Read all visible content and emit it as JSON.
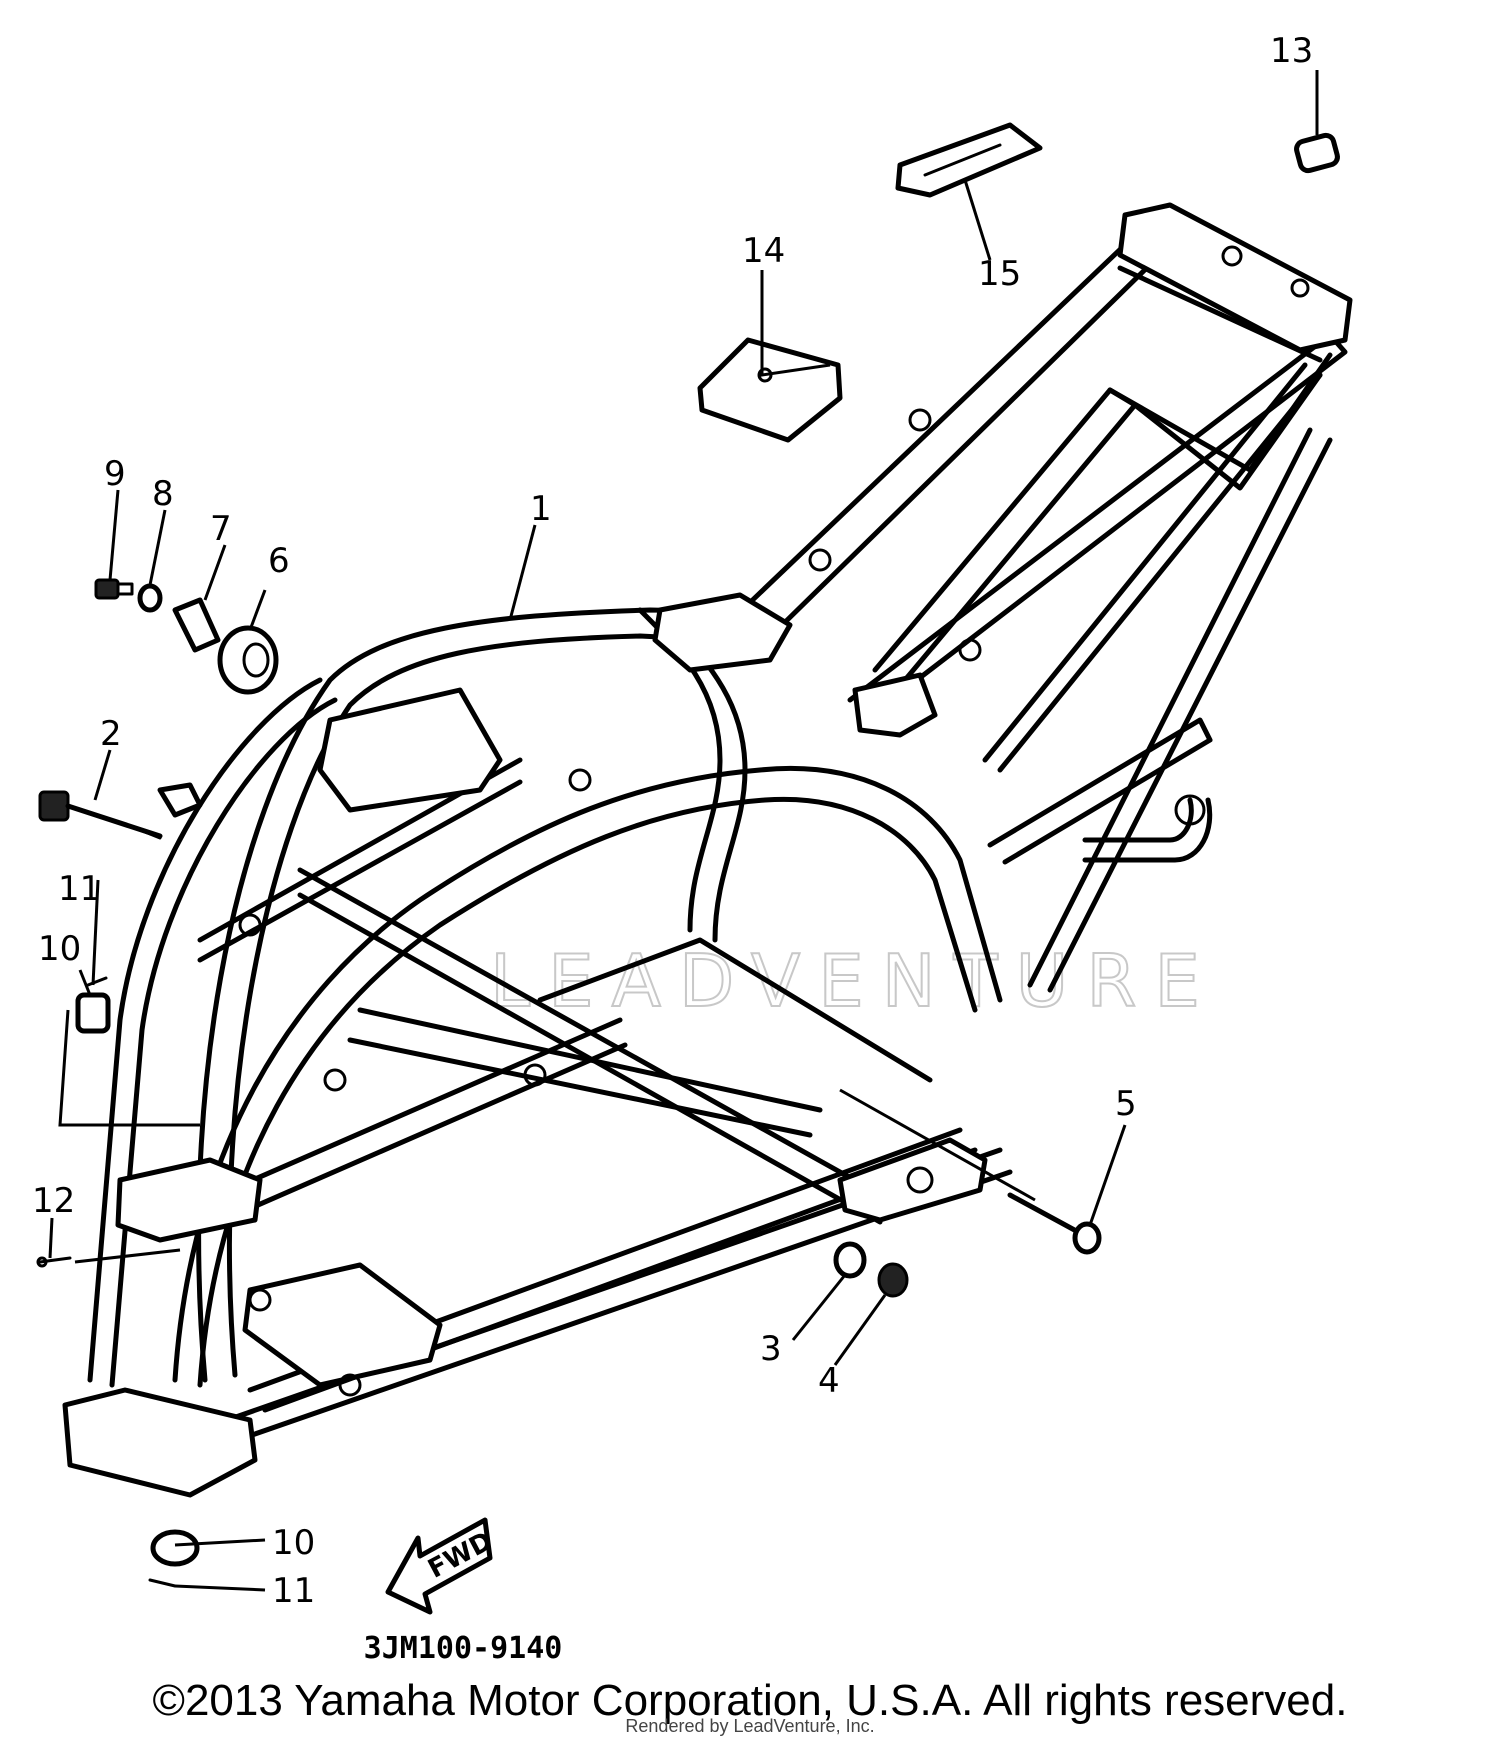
{
  "diagram": {
    "callouts": [
      "1",
      "2",
      "3",
      "4",
      "5",
      "6",
      "7",
      "8",
      "9",
      "10",
      "11",
      "12",
      "13",
      "14",
      "15"
    ],
    "fwd_label": "FWD",
    "watermark": "LEADVENTURE",
    "reference_code": "3JM100-9140"
  },
  "footer": {
    "copyright": "©2013 Yamaha Motor Corporation, U.S.A. All rights reserved.",
    "rendered_by": "Rendered by LeadVenture, Inc."
  }
}
